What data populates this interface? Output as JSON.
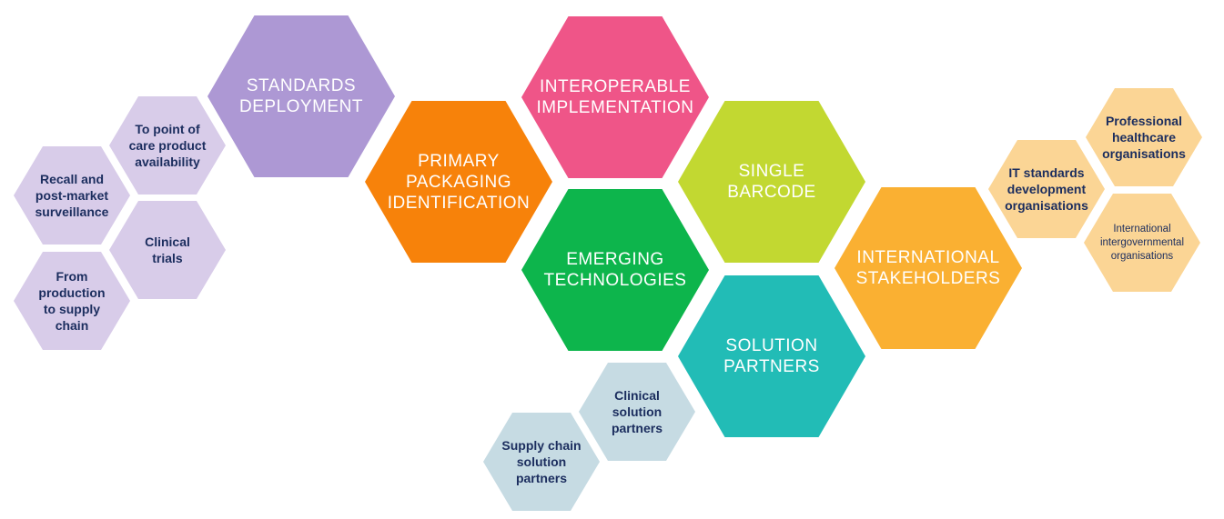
{
  "colors": {
    "purple_main": "#ad98d4",
    "purple_light": "#d8cce9",
    "orange": "#f7820a",
    "pink": "#ef5588",
    "green": "#0db54c",
    "lime": "#c2d831",
    "teal": "#22bcb6",
    "amber": "#fab032",
    "amber_light": "#fbd595",
    "blue_light": "#c6dbe3",
    "text_dark": "#1b2d5e",
    "text_white": "#ffffff"
  },
  "hexagons": [
    {
      "id": "standards-deployment",
      "label": "STANDARDS\nDEPLOYMENT",
      "color": "#ad98d4",
      "style": "big"
    },
    {
      "id": "point-of-care",
      "label": "To point of\ncare product\navailability",
      "color": "#d8cce9",
      "style": "small"
    },
    {
      "id": "recall",
      "label": "Recall and\npost-market\nsurveillance",
      "color": "#d8cce9",
      "style": "small"
    },
    {
      "id": "clinical-trials",
      "label": "Clinical\ntrials",
      "color": "#d8cce9",
      "style": "small"
    },
    {
      "id": "production-supply",
      "label": "From\nproduction\nto supply\nchain",
      "color": "#d8cce9",
      "style": "small"
    },
    {
      "id": "primary-packaging",
      "label": "PRIMARY\nPACKAGING\nIDENTIFICATION",
      "color": "#f7820a",
      "style": "big"
    },
    {
      "id": "interoperable",
      "label": "INTEROPERABLE\nIMPLEMENTATION",
      "color": "#ef5588",
      "style": "big"
    },
    {
      "id": "emerging-tech",
      "label": "EMERGING\nTECHNOLOGIES",
      "color": "#0db54c",
      "style": "big"
    },
    {
      "id": "single-barcode",
      "label": "SINGLE\nBARCODE",
      "color": "#c2d831",
      "style": "big"
    },
    {
      "id": "solution-partners",
      "label": "SOLUTION\nPARTNERS",
      "color": "#22bcb6",
      "style": "big"
    },
    {
      "id": "international-stakeholders",
      "label": "INTERNATIONAL\nSTAKEHOLDERS",
      "color": "#fab032",
      "style": "big"
    },
    {
      "id": "clinical-solution-partners",
      "label": "Clinical\nsolution\npartners",
      "color": "#c6dbe3",
      "style": "small"
    },
    {
      "id": "supply-chain-solution-partners",
      "label": "Supply chain\nsolution\npartners",
      "color": "#c6dbe3",
      "style": "small"
    },
    {
      "id": "it-standards",
      "label": "IT standards\ndevelopment\norganisations",
      "color": "#fbd595",
      "style": "small"
    },
    {
      "id": "professional-healthcare",
      "label": "Professional\nhealthcare\norganisations",
      "color": "#fbd595",
      "style": "small"
    },
    {
      "id": "international-intergovernmental",
      "label": "International\nintergovernmental\norganisations",
      "color": "#fbd595",
      "style": "tiny"
    }
  ]
}
